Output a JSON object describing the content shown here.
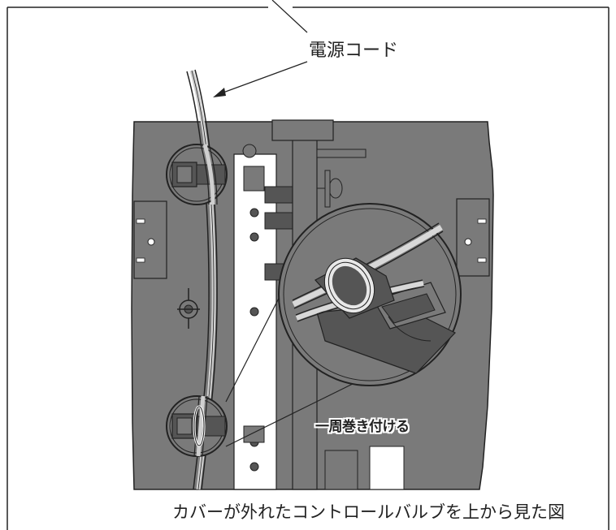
{
  "labels": {
    "power_cord": "電源コード",
    "wrap_once": "一周巻き付ける"
  },
  "caption": "カバーが外れたコントロールバルブを上から見た図",
  "colors": {
    "body_fill": "#7a7a7a",
    "dark_fill": "#555555",
    "line": "#222222",
    "background": "#ffffff"
  }
}
